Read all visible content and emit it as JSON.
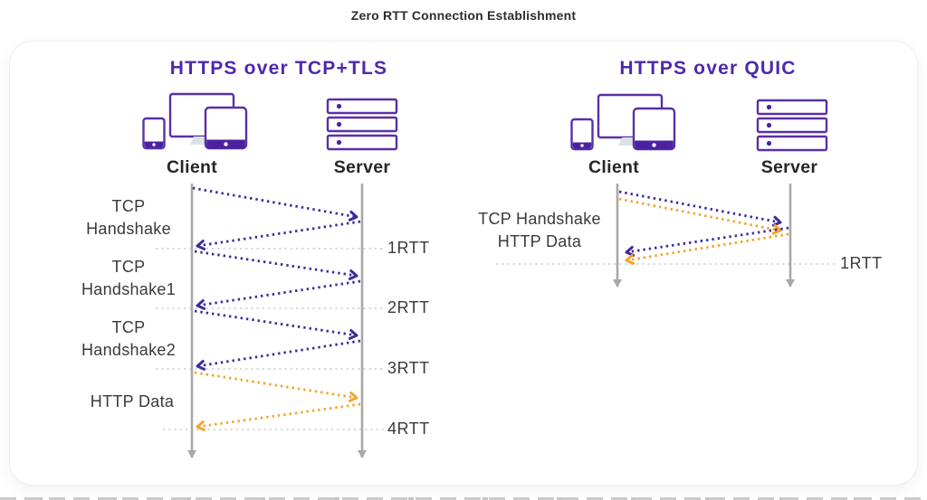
{
  "title": "Zero RTT Connection Establishment",
  "palette": {
    "heading_purple": "#4e28ad",
    "icon_purple": "#5a2fa8",
    "arrow_purple": "#3f2b9a",
    "arrow_orange": "#f5a42c",
    "timeline_gray": "#a8a8a8",
    "dash_gray": "#cbcbcb",
    "label_dark": "#3a3a3a"
  },
  "left": {
    "heading": "HTTPS over TCP+TLS",
    "client_label": "Client",
    "server_label": "Server",
    "steps": [
      {
        "l1": "TCP",
        "l2": "Handshake"
      },
      {
        "l1": "TCP",
        "l2": "Handshake1"
      },
      {
        "l1": "TCP",
        "l2": "Handshake2"
      },
      {
        "l1": "HTTP Data",
        "l2": ""
      }
    ],
    "rtts": [
      "1RTT",
      "2RTT",
      "3RTT",
      "4RTT"
    ]
  },
  "right": {
    "heading": "HTTPS over QUIC",
    "client_label": "Client",
    "server_label": "Server",
    "step": {
      "l1": "TCP Handshake",
      "l2": "HTTP Data"
    },
    "rtts": [
      "1RTT"
    ]
  }
}
